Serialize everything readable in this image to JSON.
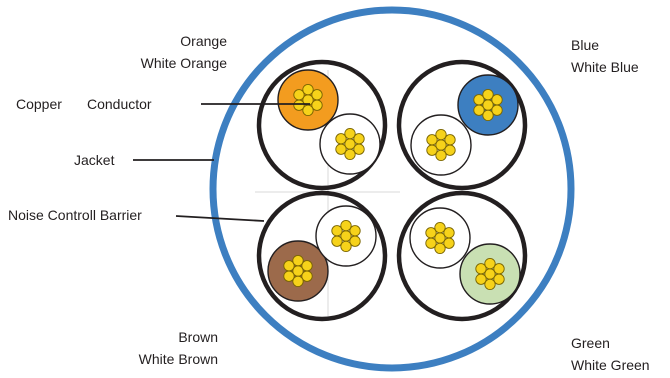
{
  "labels": {
    "orange": "Orange",
    "white_orange": "White Orange",
    "copper": "Copper",
    "conductor": "Conductor",
    "jacket": "Jacket",
    "noise_barrier": "Noise Controll Barrier",
    "blue": "Blue",
    "white_blue": "White Blue",
    "brown": "Brown",
    "white_brown": "White Brown",
    "green": "Green",
    "white_green": "White Green"
  },
  "colors": {
    "jacket": "#3d7fc1",
    "pair_ring": "#231f20",
    "orange": "#f39c1f",
    "blue": "#3d7fc1",
    "brown": "#9c6a4b",
    "green": "#c9e0b3",
    "white": "#ffffff",
    "strand": "#f6d21a",
    "strand_outline": "#7a6500",
    "leader": "#231f20"
  },
  "pairs": [
    {
      "name": "orange-pair",
      "colored": "orange"
    },
    {
      "name": "blue-pair",
      "colored": "blue"
    },
    {
      "name": "brown-pair",
      "colored": "brown"
    },
    {
      "name": "green-pair",
      "colored": "green"
    }
  ]
}
